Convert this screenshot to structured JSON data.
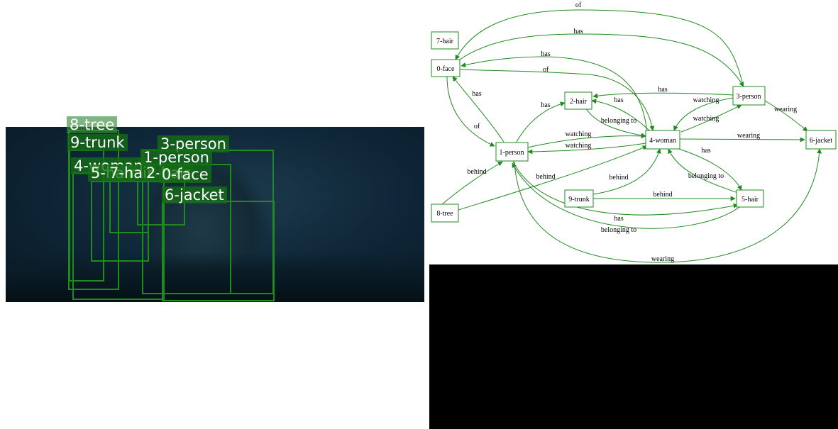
{
  "colors": {
    "green": "#1f8a1f",
    "photo_dark": "#0a1c26",
    "panel": "#000000"
  },
  "image_labels": {
    "tree": "8-tree",
    "trunk": "9-trunk",
    "woman": "4-woman",
    "person3": "3-person",
    "person1": "1-person",
    "hair5": "5-hair",
    "hair7": "7-hair",
    "hair2": "2-hair",
    "face": "0-face",
    "jacket": "6-jacket"
  },
  "graph": {
    "nodes": {
      "hair7": "7-hair",
      "face": "0-face",
      "hair2": "2-hair",
      "person3": "3-person",
      "person1": "1-person",
      "woman": "4-woman",
      "jacket": "6-jacket",
      "trunk": "9-trunk",
      "hair5": "5-hair",
      "tree": "8-tree"
    },
    "edge_labels": {
      "of_top": "of",
      "has_top": "has",
      "has_face_woman": "has",
      "of_face_woman": "of",
      "has_face_person1": "has",
      "of_face_person1": "of",
      "has_person1_hair2": "has",
      "has_woman_hair2": "has",
      "has_person3_hair2": "has",
      "belonging_hair2_woman": "belonging to",
      "watching_p3_w_1": "watching",
      "watching_p3_w_2": "watching",
      "wearing_p3_jacket": "wearing",
      "watching_p1_w": "watching",
      "watching_w_p1": "watching",
      "wearing_w_jacket": "wearing",
      "behind_tree_p1": "behind",
      "behind_tree_w": "behind",
      "behind_trunk_w": "behind",
      "behind_trunk_hair5": "behind",
      "has_w_hair5": "has",
      "belonging_hair5_w": "belonging to",
      "has_p1_hair5": "has",
      "belonging_hair5_p1": "belonging to",
      "wearing_p1_jacket": "wearing"
    }
  }
}
